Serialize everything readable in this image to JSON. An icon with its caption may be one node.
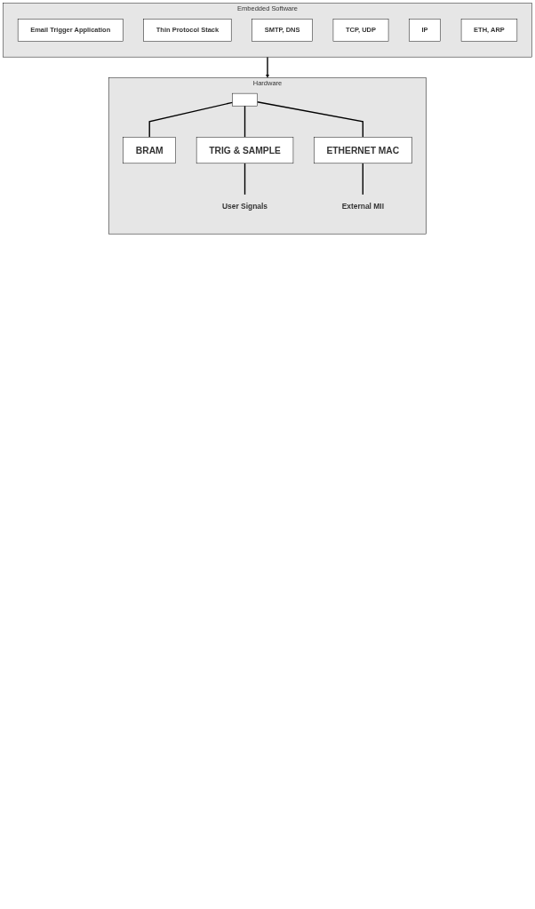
{
  "diagram": {
    "nodes": [
      {
        "text": [
          "Embedded Software"
        ]
      },
      {
        "text": [
          "Email Trigger Application"
        ],
        "in": 0
      },
      {
        "text": [
          "Thin Protocol Stack"
        ],
        "in": 0
      },
      {
        "text": [
          "SMTP, DNS"
        ],
        "in": 0
      },
      {
        "text": [
          "TCP, UDP"
        ],
        "in": 0
      },
      {
        "text": [
          "IP"
        ],
        "in": 0
      },
      {
        "text": [
          "ETH, ARP"
        ],
        "in": 0
      },
      {
        "text": [
          "Hardware"
        ]
      },
      {
        "text": [],
        "shape": "box",
        "in": 7
      },
      {
        "text": [
          "BRAM"
        ],
        "in": 7
      },
      {
        "text": [
          "TRIG & SAMPLE"
        ],
        "in": 7
      },
      {
        "text": [
          "ETHERNET MAC"
        ],
        "in": 7
      },
      {
        "text": [
          "User Signals"
        ],
        "in": 7
      },
      {
        "text": [
          "External MII"
        ],
        "in": 7
      }
    ],
    "edges": [
      {
        "from": 0,
        "to": 7,
        "arrow": "to"
      },
      {
        "from": 8,
        "to": 9,
        "arrow": "none"
      },
      {
        "from": 8,
        "to": 10,
        "arrow": "none"
      },
      {
        "from": 8,
        "to": 11,
        "arrow": "none"
      },
      {
        "from": 10,
        "to": 12,
        "arrow": "none"
      },
      {
        "from": 11,
        "to": 13,
        "arrow": "none"
      }
    ]
  }
}
